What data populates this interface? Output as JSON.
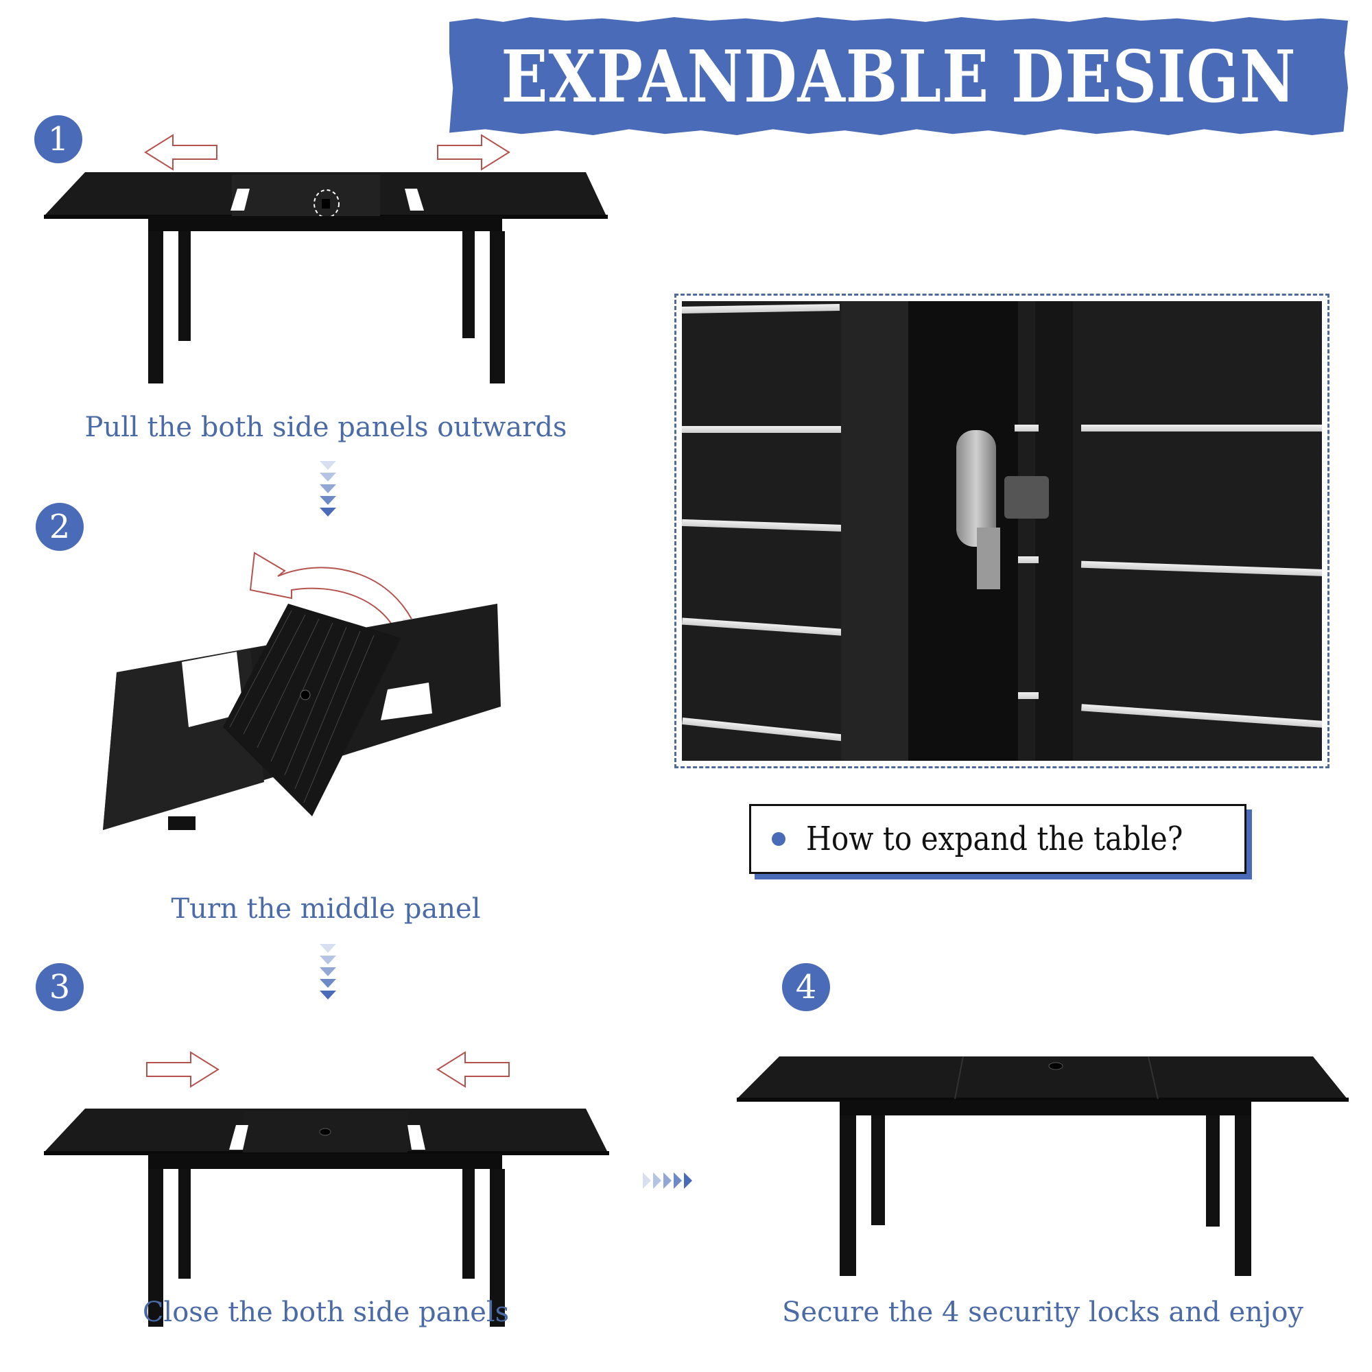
{
  "title": "EXPANDABLE DESIGN",
  "colors": {
    "accent_blue": "#4a6bb8",
    "caption_blue": "#4a6aa8",
    "arrow_red": "#b5524e",
    "table_black": "#1a1a1a"
  },
  "steps": [
    {
      "number": "1",
      "caption": "Pull the both side panels outwards",
      "icon": "arrows-outward-icon"
    },
    {
      "number": "2",
      "caption": "Turn the middle panel",
      "icon": "rotate-arrow-icon"
    },
    {
      "number": "3",
      "caption": "Close the both side panels",
      "icon": "arrows-inward-icon"
    },
    {
      "number": "4",
      "caption": "Secure the 4 security locks and enjoy",
      "icon": "none"
    }
  ],
  "detail_photo": {
    "subject": "security-lock-closeup"
  },
  "question_box": {
    "text": "How to expand the table?"
  }
}
